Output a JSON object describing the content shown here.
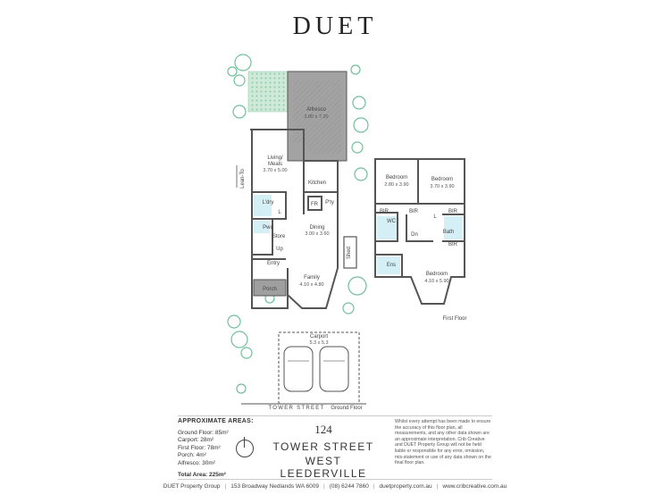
{
  "brand": {
    "logo": "DUET"
  },
  "rooms": {
    "alfresco": {
      "name": "Alfresco",
      "dim": "3.80 x 7.20"
    },
    "living": {
      "name": "Living/",
      "name2": "Meals",
      "dim": "3.70 x 5.00"
    },
    "kitchen": {
      "name": "Kitchen"
    },
    "lean_to": {
      "name": "Lean-To"
    },
    "ldry": {
      "name": "L'dry"
    },
    "l": {
      "name": "L"
    },
    "pwd": {
      "name": "Pwd"
    },
    "fr": {
      "name": "FR"
    },
    "pty": {
      "name": "P'ty"
    },
    "dining": {
      "name": "Dining",
      "dim": "3.00 x 3.60"
    },
    "store": {
      "name": "Store"
    },
    "up": {
      "name": "Up"
    },
    "entry": {
      "name": "Entry"
    },
    "family": {
      "name": "Family",
      "dim": "4.10 x 4.80"
    },
    "shed": {
      "name": "Shed"
    },
    "porch": {
      "name": "Porch"
    },
    "carport": {
      "name": "Carport",
      "dim": "5.3 x 5.3"
    },
    "bed1": {
      "name": "Bedroom",
      "dim": "2.80 x 3.90"
    },
    "bed2": {
      "name": "Bedroom",
      "dim": "3.70 x 3.90"
    },
    "bir1": {
      "name": "BIR"
    },
    "bir2": {
      "name": "BIR"
    },
    "bir3": {
      "name": "BIR"
    },
    "bir4": {
      "name": "BIR"
    },
    "wc": {
      "name": "WC"
    },
    "l2": {
      "name": "L"
    },
    "dn": {
      "name": "Dn"
    },
    "bath": {
      "name": "Bath"
    },
    "ens": {
      "name": "Ens"
    },
    "bed3": {
      "name": "Bedroom",
      "dim": "4.10 x 5.90"
    }
  },
  "labels": {
    "street": "TOWER STREET",
    "ground_floor": "Ground Floor",
    "first_floor": "First Floor"
  },
  "areas": {
    "heading": "APPROXIMATE AREAS:",
    "items": [
      "Ground Floor: 85m²",
      "Carport: 28m²",
      "First Floor: 78m²",
      "Porch: 4m²",
      "Alfresco: 30m²"
    ],
    "total": "Total Area: 225m²"
  },
  "address": {
    "number": "124",
    "street": "TOWER STREET",
    "suburb": "WEST LEEDERVILLE"
  },
  "disclaimer": "Whilst every attempt has been made to ensure the accuracy of this floor plan, all measurements, and any other data shown are an approximate interpretation. Crib Creative and DUET Property Group will not be held liable or responsible for any error, omission, mis-statement or use of any data shown on the final floor plan.",
  "footer": {
    "company": "DUET Property Group",
    "address": "153 Broadway Nedlands WA 6009",
    "phone": "(08) 6244 7860",
    "web1": "duetproperty.com.au",
    "web2": "www.cribcreative.com.au"
  },
  "colors": {
    "tree": "#6fbf9b",
    "grass": "#b5dcc4",
    "roof": "#9a9a9a",
    "wet": "#b9e4f0",
    "wall": "#555555"
  },
  "icons": [
    "north-compass-icon",
    "car-icon",
    "tree-icon"
  ]
}
